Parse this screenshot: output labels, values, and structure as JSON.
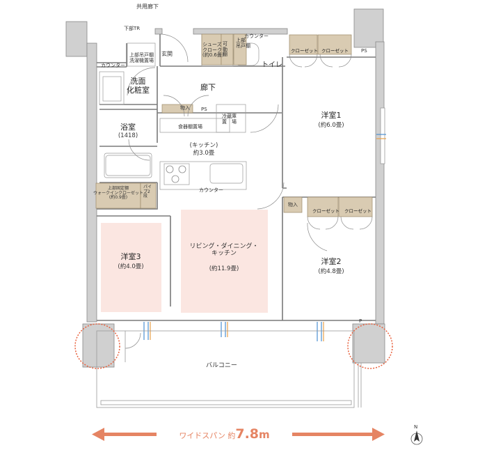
{
  "common_corridor": "共用廊下",
  "pipe_shaft_tr": "下部TR",
  "entrance": "玄関",
  "shoe_cloak": "シューズ\nクローク\n(約0.6畳)",
  "movable_shelf": "可\n動\n棚",
  "toilet_upper_shelf": "上部\n吊戸棚",
  "counter_top": "カウンター",
  "toilet": "トイレ",
  "washer_cabinet": "上部吊戸棚\n洗濯機置場",
  "counter_left": "カウンター",
  "corridor": "廊下",
  "washroom": "洗面\n化粧室",
  "storage1": "物入",
  "ps_center": "PS",
  "ps_top_right": "PS",
  "bathroom": "浴室",
  "bathroom_size": "(1418)",
  "food_storage": "食器棚置場",
  "fridge": "冷蔵庫\n置　場",
  "kitchen": "(キッチン)",
  "kitchen_size": "約3.0畳",
  "counter_kitchen": "カウンター",
  "fixed_shelf": "上部固定棚\nウォークインクローゼット\n(約0.9畳)",
  "pipe_shelf": "パイプ2段",
  "western3": "洋室3",
  "western3_size": "(約4.0畳)",
  "ldk": "リビング・ダイニング・\nキッチン",
  "ldk_size": "(約11.9畳)",
  "western1": "洋室1",
  "western1_size": "(約6.0畳)",
  "closets_top": [
    "クローゼット",
    "クローゼット"
  ],
  "storage2": "物入",
  "closets_mid": [
    "クローゼット",
    "クローゼット"
  ],
  "western2": "洋室2",
  "western2_size": "(約4.8畳)",
  "p_mark": "P",
  "balcony": "バルコニー",
  "wide_span_prefix": "ワイドスパン 約",
  "wide_span_value": "7.8",
  "wide_span_unit": "m",
  "north": "N",
  "colors": {
    "accent_arrow": "#e58463",
    "room_highlight": "#fbe6e1",
    "wall": "#c8c8c8",
    "wall_dark": "#9a9a9a",
    "closet_fill": "#d9cbb2",
    "accent_highlight_circle": "#e8603c",
    "window_blue": "#4b8fd1",
    "window_orange": "#e8a04a"
  }
}
